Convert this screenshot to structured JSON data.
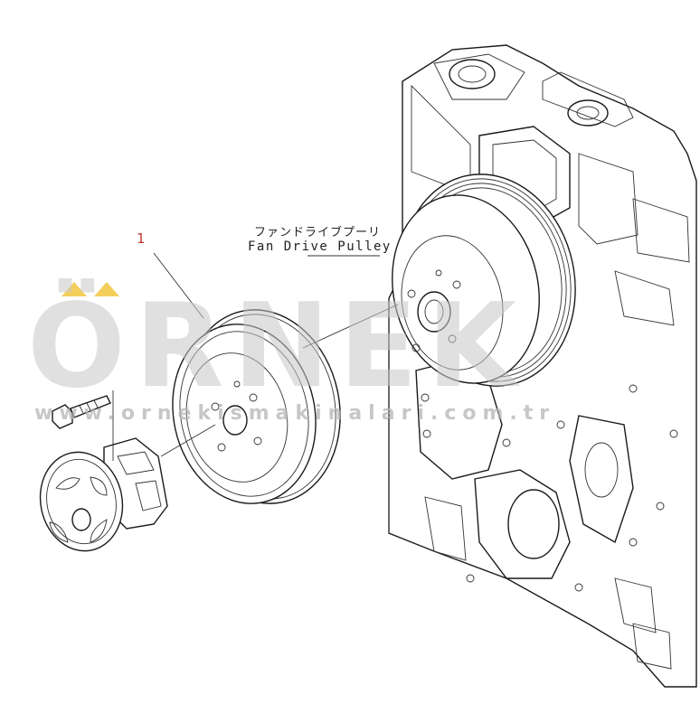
{
  "callout": {
    "number": "1"
  },
  "labels": {
    "japanese": "ファンドライブプーリ",
    "english": "Fan Drive Pulley"
  },
  "watermark": {
    "brand": "ÖRNEK",
    "url": "www.ornekismakinalari.com.tr",
    "color": "#c8c8c8",
    "accent_color": "#f1c232"
  },
  "colors": {
    "line": "#1a1a1a",
    "callout": "#c0392b"
  }
}
